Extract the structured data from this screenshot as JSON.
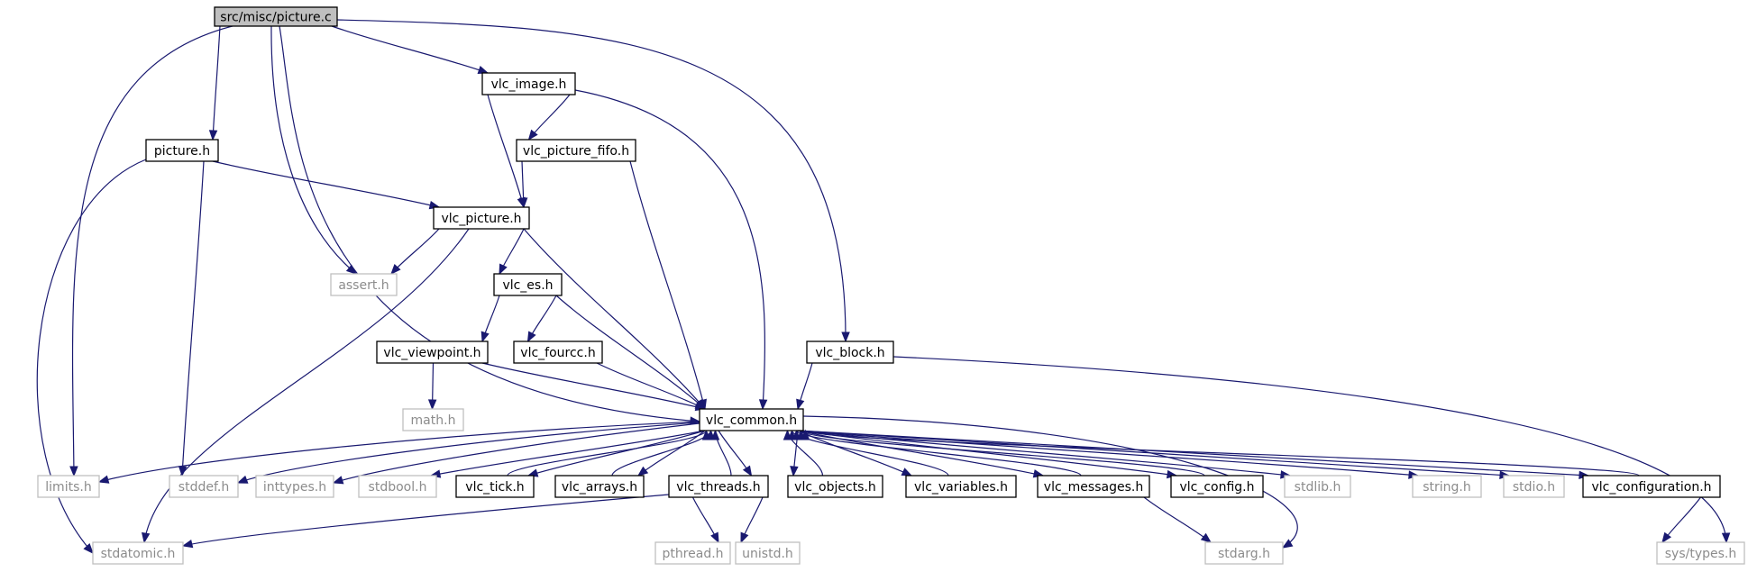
{
  "diagram": {
    "type": "include-dependency-graph",
    "colors": {
      "edge": "#191970",
      "root_fill": "#bfbfbf",
      "external_border": "#bfbfbf"
    },
    "nodes": [
      {
        "id": "picture_c",
        "label": "src/misc/picture.c",
        "kind": "root"
      },
      {
        "id": "vlc_image_h",
        "label": "vlc_image.h",
        "kind": "normal"
      },
      {
        "id": "picture_h",
        "label": "picture.h",
        "kind": "normal"
      },
      {
        "id": "vlc_picture_fifo_h",
        "label": "vlc_picture_fifo.h",
        "kind": "normal"
      },
      {
        "id": "vlc_picture_h",
        "label": "vlc_picture.h",
        "kind": "normal"
      },
      {
        "id": "assert_h",
        "label": "assert.h",
        "kind": "external"
      },
      {
        "id": "vlc_es_h",
        "label": "vlc_es.h",
        "kind": "normal"
      },
      {
        "id": "vlc_viewpoint_h",
        "label": "vlc_viewpoint.h",
        "kind": "normal"
      },
      {
        "id": "vlc_fourcc_h",
        "label": "vlc_fourcc.h",
        "kind": "normal"
      },
      {
        "id": "vlc_block_h",
        "label": "vlc_block.h",
        "kind": "normal"
      },
      {
        "id": "math_h",
        "label": "math.h",
        "kind": "external"
      },
      {
        "id": "vlc_common_h",
        "label": "vlc_common.h",
        "kind": "normal"
      },
      {
        "id": "limits_h",
        "label": "limits.h",
        "kind": "external"
      },
      {
        "id": "stddef_h",
        "label": "stddef.h",
        "kind": "external"
      },
      {
        "id": "inttypes_h",
        "label": "inttypes.h",
        "kind": "external"
      },
      {
        "id": "stdbool_h",
        "label": "stdbool.h",
        "kind": "external"
      },
      {
        "id": "vlc_tick_h",
        "label": "vlc_tick.h",
        "kind": "normal"
      },
      {
        "id": "vlc_arrays_h",
        "label": "vlc_arrays.h",
        "kind": "normal"
      },
      {
        "id": "vlc_threads_h",
        "label": "vlc_threads.h",
        "kind": "normal"
      },
      {
        "id": "vlc_objects_h",
        "label": "vlc_objects.h",
        "kind": "normal"
      },
      {
        "id": "vlc_variables_h",
        "label": "vlc_variables.h",
        "kind": "normal"
      },
      {
        "id": "vlc_messages_h",
        "label": "vlc_messages.h",
        "kind": "normal"
      },
      {
        "id": "vlc_config_h",
        "label": "vlc_config.h",
        "kind": "normal"
      },
      {
        "id": "stdlib_h",
        "label": "stdlib.h",
        "kind": "external"
      },
      {
        "id": "string_h",
        "label": "string.h",
        "kind": "external"
      },
      {
        "id": "stdio_h",
        "label": "stdio.h",
        "kind": "external"
      },
      {
        "id": "vlc_configuration_h",
        "label": "vlc_configuration.h",
        "kind": "normal"
      },
      {
        "id": "stdatomic_h",
        "label": "stdatomic.h",
        "kind": "external"
      },
      {
        "id": "pthread_h",
        "label": "pthread.h",
        "kind": "external"
      },
      {
        "id": "unistd_h",
        "label": "unistd.h",
        "kind": "external"
      },
      {
        "id": "stdarg_h",
        "label": "stdarg.h",
        "kind": "external"
      },
      {
        "id": "sys_types_h",
        "label": "sys/types.h",
        "kind": "external"
      }
    ],
    "edges": [
      [
        "picture_c",
        "limits_h"
      ],
      [
        "picture_c",
        "picture_h"
      ],
      [
        "picture_c",
        "assert_h"
      ],
      [
        "picture_c",
        "vlc_common_h"
      ],
      [
        "picture_c",
        "vlc_image_h"
      ],
      [
        "picture_c",
        "vlc_block_h"
      ],
      [
        "vlc_image_h",
        "vlc_picture_h"
      ],
      [
        "vlc_image_h",
        "vlc_picture_fifo_h"
      ],
      [
        "vlc_image_h",
        "vlc_common_h"
      ],
      [
        "picture_h",
        "vlc_picture_h"
      ],
      [
        "picture_h",
        "stddef_h"
      ],
      [
        "picture_h",
        "stdatomic_h"
      ],
      [
        "vlc_picture_fifo_h",
        "vlc_picture_h"
      ],
      [
        "vlc_picture_fifo_h",
        "vlc_common_h"
      ],
      [
        "vlc_picture_h",
        "assert_h"
      ],
      [
        "vlc_picture_h",
        "vlc_es_h"
      ],
      [
        "vlc_picture_h",
        "vlc_common_h"
      ],
      [
        "vlc_picture_h",
        "stdatomic_h"
      ],
      [
        "vlc_es_h",
        "vlc_viewpoint_h"
      ],
      [
        "vlc_es_h",
        "vlc_fourcc_h"
      ],
      [
        "vlc_es_h",
        "vlc_common_h"
      ],
      [
        "vlc_viewpoint_h",
        "math_h"
      ],
      [
        "vlc_viewpoint_h",
        "vlc_common_h"
      ],
      [
        "vlc_fourcc_h",
        "vlc_common_h"
      ],
      [
        "vlc_block_h",
        "vlc_common_h"
      ],
      [
        "vlc_block_h",
        "sys_types_h"
      ],
      [
        "vlc_common_h",
        "limits_h"
      ],
      [
        "vlc_common_h",
        "stddef_h"
      ],
      [
        "vlc_common_h",
        "inttypes_h"
      ],
      [
        "vlc_common_h",
        "stdbool_h"
      ],
      [
        "vlc_common_h",
        "vlc_tick_h"
      ],
      [
        "vlc_common_h",
        "vlc_arrays_h"
      ],
      [
        "vlc_common_h",
        "vlc_threads_h"
      ],
      [
        "vlc_common_h",
        "vlc_objects_h"
      ],
      [
        "vlc_common_h",
        "vlc_variables_h"
      ],
      [
        "vlc_common_h",
        "vlc_messages_h"
      ],
      [
        "vlc_common_h",
        "vlc_config_h"
      ],
      [
        "vlc_common_h",
        "stdlib_h"
      ],
      [
        "vlc_common_h",
        "string_h"
      ],
      [
        "vlc_common_h",
        "stdio_h"
      ],
      [
        "vlc_common_h",
        "vlc_configuration_h"
      ],
      [
        "vlc_common_h",
        "stdarg_h"
      ],
      [
        "vlc_tick_h",
        "vlc_common_h"
      ],
      [
        "vlc_arrays_h",
        "vlc_common_h"
      ],
      [
        "vlc_threads_h",
        "vlc_common_h"
      ],
      [
        "vlc_objects_h",
        "vlc_common_h"
      ],
      [
        "vlc_variables_h",
        "vlc_common_h"
      ],
      [
        "vlc_messages_h",
        "vlc_common_h"
      ],
      [
        "vlc_config_h",
        "vlc_common_h"
      ],
      [
        "vlc_configuration_h",
        "vlc_common_h"
      ],
      [
        "vlc_threads_h",
        "stdatomic_h"
      ],
      [
        "vlc_threads_h",
        "pthread_h"
      ],
      [
        "vlc_threads_h",
        "unistd_h"
      ],
      [
        "vlc_messages_h",
        "stdarg_h"
      ],
      [
        "vlc_configuration_h",
        "sys_types_h"
      ]
    ]
  }
}
